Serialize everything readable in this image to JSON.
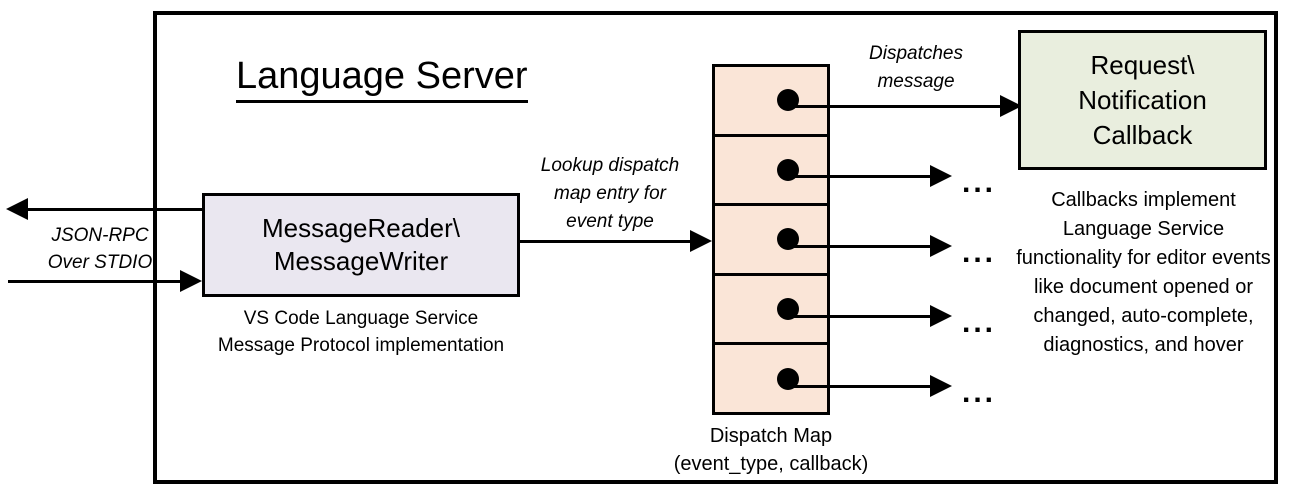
{
  "diagram": {
    "title": "Language Server",
    "boxes": {
      "message_reader": {
        "line1": "MessageReader\\",
        "line2": "MessageWriter",
        "caption_line1": "VS Code Language Service",
        "caption_line2": "Message Protocol implementation",
        "fill_color": "#EAE7F0"
      },
      "callback": {
        "line1": "Request\\",
        "line2": "Notification",
        "line3": "Callback",
        "caption": "Callbacks implement Language Service functionality for editor events like document opened or changed, auto-complete, diagnostics, and hover",
        "fill_color": "#E9EEDE"
      },
      "dispatch_map": {
        "caption_line1": "Dispatch Map",
        "caption_line2": "(event_type, callback)",
        "fill_color": "#FAE5D7",
        "row_count": 5,
        "rows": [
          {
            "target": "Request\\Notification Callback"
          },
          {
            "target": "..."
          },
          {
            "target": "..."
          },
          {
            "target": "..."
          },
          {
            "target": "..."
          }
        ]
      }
    },
    "labels": {
      "jsonrpc_line1": "JSON-RPC",
      "jsonrpc_line2": "Over STDIO",
      "lookup_line1": "Lookup dispatch",
      "lookup_line2": "map entry for",
      "lookup_line3": "event type",
      "dispatches_line1": "Dispatches",
      "dispatches_line2": "message",
      "ellipsis": "..."
    },
    "colors": {
      "stroke": "#000000",
      "background": "#FFFFFF"
    }
  }
}
